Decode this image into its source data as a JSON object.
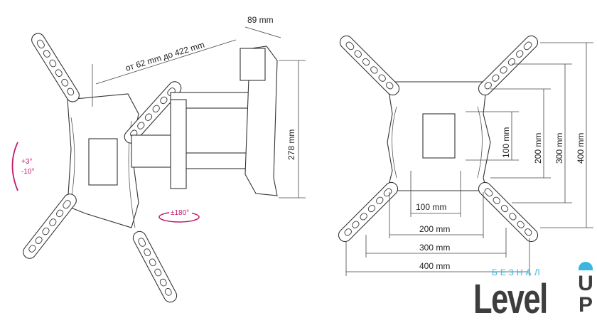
{
  "left_view": {
    "reach_label": "от 62 mm до 422 mm",
    "depth_label": "89 mm",
    "height_label": "278 mm",
    "tilt_up": "+3°",
    "tilt_down": "-10°",
    "swivel_label": "±180°"
  },
  "right_view": {
    "h_dims": [
      "100 mm",
      "200 mm",
      "300 mm",
      "400 mm"
    ],
    "v_dims": [
      "100 mm",
      "200 mm",
      "300 mm",
      "400 mm"
    ]
  },
  "logo": {
    "subtitle": "БЕЗНАЛ",
    "main": "Level",
    "up_top": "U",
    "up_bottom": "P"
  },
  "colors": {
    "accent": "#c2186b",
    "logo_blue": "#3bb7df",
    "logo_gray": "#3d3d3d"
  }
}
